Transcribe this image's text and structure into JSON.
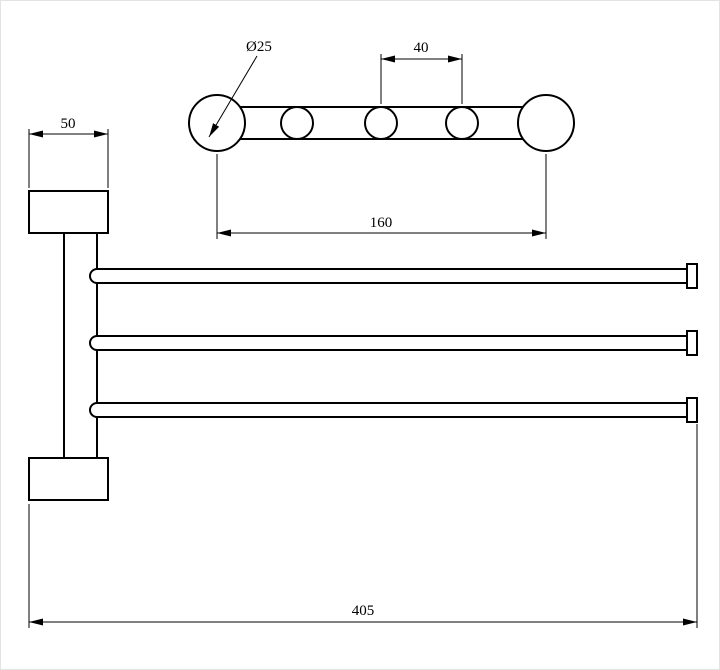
{
  "drawing": {
    "background": "#ffffff",
    "line_color": "#000000",
    "top_view": {
      "dim_diameter": "Ø25",
      "dim_hole_spacing": "40",
      "dim_span": "160"
    },
    "front_view": {
      "dim_bracket_width": "50",
      "dim_overall_length": "405"
    }
  }
}
